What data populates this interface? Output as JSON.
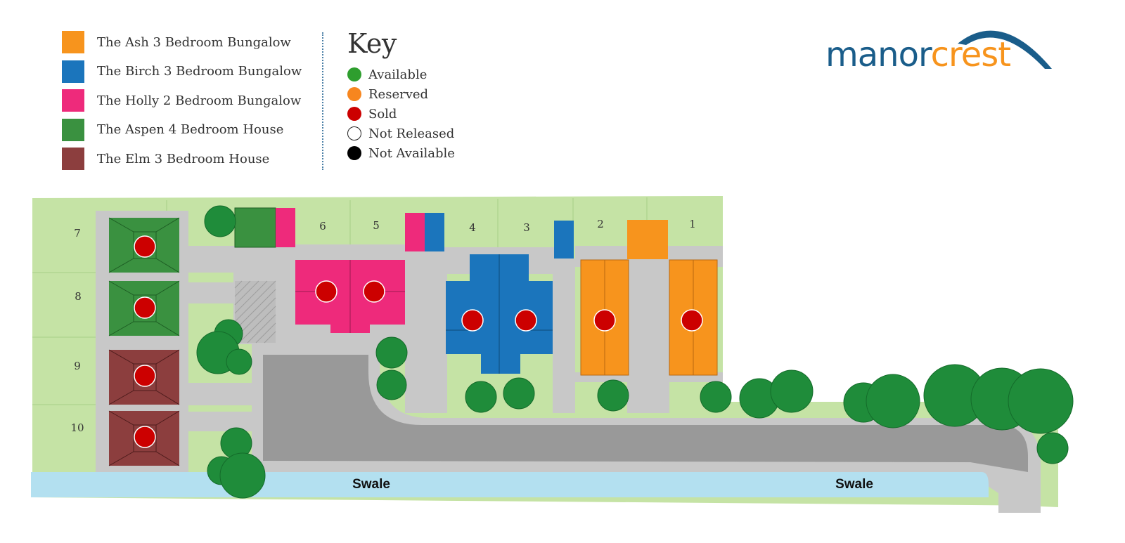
{
  "legend": {
    "items": [
      {
        "label": "The Ash 3 Bedroom Bungalow",
        "color": "#f7941d"
      },
      {
        "label": "The Birch 3 Bedroom Bungalow",
        "color": "#1b75bc"
      },
      {
        "label": "The Holly 2 Bedroom Bungalow",
        "color": "#ee2a7b"
      },
      {
        "label": "The Aspen 4 Bedroom House",
        "color": "#3a9140"
      },
      {
        "label": "The Elm 3 Bedroom House",
        "color": "#8c3e3e"
      }
    ]
  },
  "key": {
    "title": "Key",
    "items": [
      {
        "label": "Available",
        "color": "#2e9e2e"
      },
      {
        "label": "Reserved",
        "color": "#f7861f"
      },
      {
        "label": "Sold",
        "color": "#cc0000"
      },
      {
        "label": "Not Released",
        "color": "#ffffff"
      },
      {
        "label": "Not Available",
        "color": "#000000"
      }
    ]
  },
  "logo": {
    "part1": "manor",
    "part2": "crest",
    "color_primary": "#1a5d8a",
    "color_accent": "#f7941d"
  },
  "map": {
    "swale_label": "Swale",
    "plots": [
      "1",
      "2",
      "3",
      "4",
      "5",
      "6",
      "7",
      "8",
      "9",
      "10"
    ],
    "sold_plots": [
      "1",
      "2",
      "3",
      "4",
      "5",
      "6",
      "7",
      "8",
      "9",
      "10"
    ],
    "colors": {
      "grass": "#c5e3a5",
      "path": "#c8c8c8",
      "road": "#999999",
      "water": "#b3e0f0",
      "tree": "#1f8c3a",
      "sold": "#cc0000"
    }
  }
}
